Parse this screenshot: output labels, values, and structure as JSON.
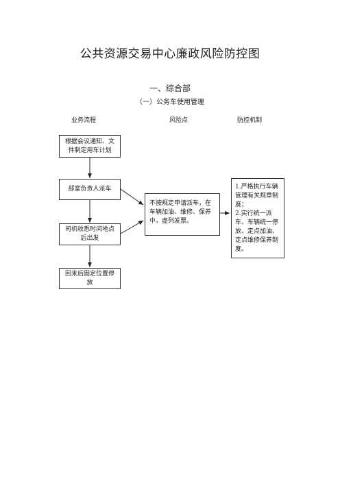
{
  "title": "公共资源交易中心廉政风险防控图",
  "section_title": "一、综合部",
  "subsection_title": "（一）公务车使用管理",
  "column_headers": {
    "process": "业务流程",
    "risk": "风险点",
    "control": "防控机制"
  },
  "flow_steps": [
    "根据会议通知、文件制定用车计划",
    "部室负责人派车",
    "司机收悉时间地点后出发",
    "回来后固定位置停放"
  ],
  "risk_point": "不按规定申请派车，在车辆加油、维修、保养中，虚列发票。",
  "control_measures": [
    "1.严格执行车辆管理有关规章制度；",
    "2.实行统一派车、车辆统一停放、定点加油、定点维修保养制度。"
  ]
}
